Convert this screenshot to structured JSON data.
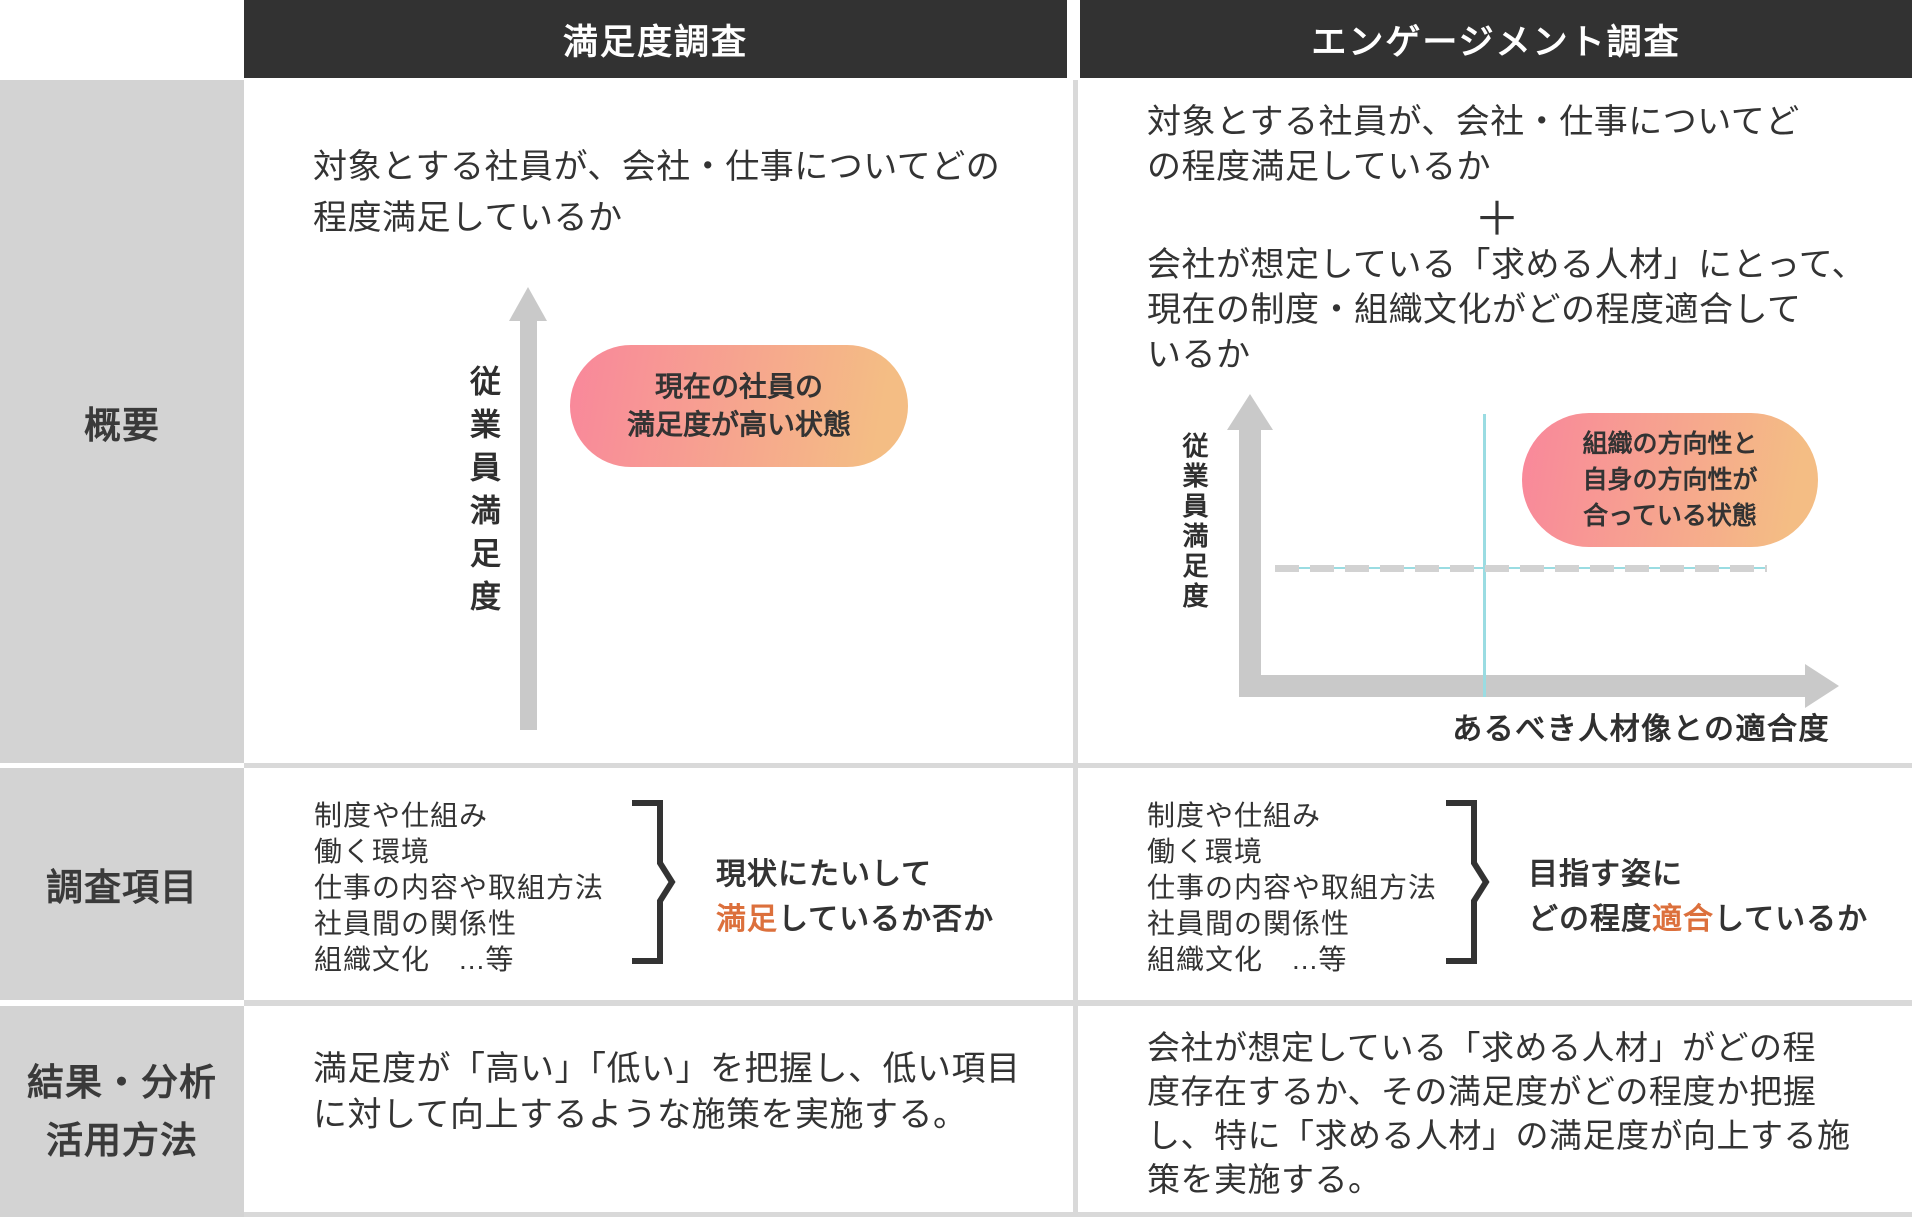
{
  "table": {
    "columns": [
      {
        "title": "満足度調査"
      },
      {
        "title": "エンゲージメント調査"
      }
    ],
    "rows": [
      {
        "label": "概要"
      },
      {
        "label": "調査項目"
      },
      {
        "label": "結果・分析\n活用方法"
      }
    ]
  },
  "overview": {
    "satisfaction": {
      "description_lines": [
        "対象とする社員が、会社・仕事についてどの",
        "程度満足しているか"
      ],
      "axis_label": "従業員満足度",
      "pill_lines": [
        "現在の社員の",
        "満足度が高い状態"
      ]
    },
    "engagement": {
      "description1_lines": [
        "対象とする社員が、会社・仕事についてど",
        "の程度満足しているか"
      ],
      "plus_sign": "＋",
      "description2_lines": [
        "会社が想定している「求める人材」にとって、",
        "現在の制度・組織文化がどの程度適合して",
        "いるか"
      ],
      "y_axis_label": "従業員満足度",
      "x_axis_label": "あるべき人材像との適合度",
      "pill_lines": [
        "組織の方向性と",
        "自身の方向性が",
        "合っている状態"
      ]
    }
  },
  "survey_items": {
    "items": [
      "制度や仕組み",
      "働く環境",
      "仕事の内容や取組方法",
      "社員間の関係性",
      "組織文化　...等"
    ],
    "satisfaction_conclusion": {
      "line1": "現状にたいして",
      "line2_prefix": "",
      "accent": "満足",
      "line2_suffix": "しているか否か"
    },
    "engagement_conclusion": {
      "line1": "目指す姿に",
      "line2_prefix": "どの程度",
      "accent": "適合",
      "line2_suffix": "しているか"
    }
  },
  "results": {
    "satisfaction_lines": [
      "満足度が「高い」「低い」を把握し、低い項目",
      "に対して向上するような施策を実施する。"
    ],
    "engagement_lines": [
      "会社が想定している「求める人材」がどの程",
      "度存在するか、その満足度がどの程度か把握",
      "し、特に「求める人材」の満足度が向上する施",
      "策を実施する。"
    ]
  },
  "colors": {
    "header_bg": "#323232",
    "row_label_bg": "#d3d3d3",
    "gutter_gray": "#d9d9d9",
    "accent_orange": "#dc703c",
    "pill_gradient_start": "#f9879b",
    "pill_gradient_end": "#f4bd84",
    "arrow_gray": "#c9c9c9",
    "quadrant_line_cyan": "#9adce2",
    "text_dark": "#333333"
  }
}
